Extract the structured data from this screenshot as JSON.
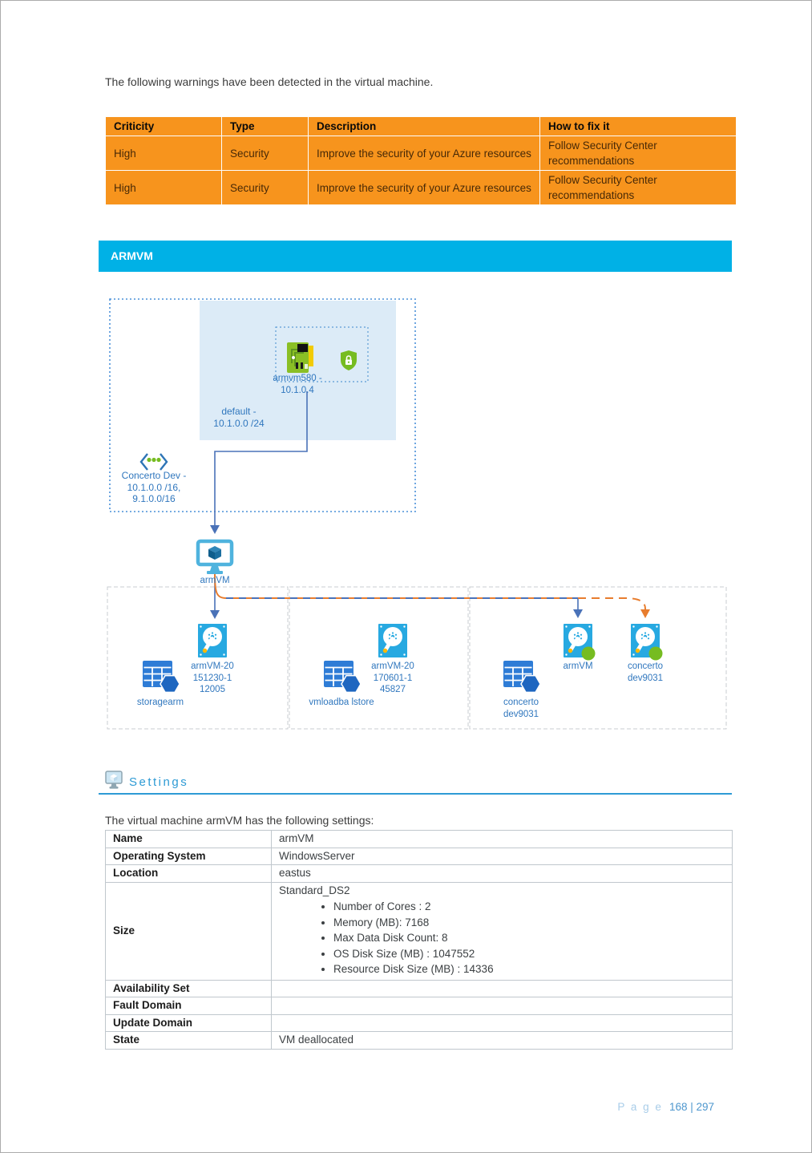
{
  "intro_text": "The following warnings have been detected in the virtual machine.",
  "warnings_table": {
    "headers": [
      "Criticity",
      "Type",
      "Description",
      "How to fix it"
    ],
    "rows": [
      {
        "cells": [
          "High",
          "Security",
          "Improve the security of your Azure resources",
          "Follow Security Center recommendations"
        ]
      },
      {
        "cells": [
          "High",
          "Security",
          "Improve the security of your Azure resources",
          "Follow Security Center recommendations"
        ]
      }
    ]
  },
  "banner": {
    "title": "ARMVM"
  },
  "diagram": {
    "vnet_label": "Concerto Dev -\n10.1.0.0 /16,\n9.1.0.0/16",
    "subnet_label": "default -\n10.1.0.0 /24",
    "nic_label": "armvm580 -\n10.1.0.4",
    "vm_label": "armVM",
    "group1": {
      "storage_label": "storagearm",
      "disk_label": "armVM-20\n151230-1\n12005"
    },
    "group2": {
      "storage_label": "vmloadba lstore",
      "disk_label": "armVM-20\n170601-1\n45827"
    },
    "group3": {
      "storage_label": "concerto\ndev9031",
      "disk1_label": "armVM",
      "disk2_label": "concerto\ndev9031"
    }
  },
  "settings": {
    "title": "Settings",
    "intro": "The virtual machine armVM has the following settings:",
    "rows": [
      {
        "label": "Name",
        "value": "armVM"
      },
      {
        "label": "Operating System",
        "value": "WindowsServer"
      },
      {
        "label": "Location",
        "value": "eastus"
      },
      {
        "label": "Size",
        "value": "Standard_DS2"
      },
      {
        "label": "Availability Set",
        "value": ""
      },
      {
        "label": "Fault Domain",
        "value": ""
      },
      {
        "label": "Update Domain",
        "value": ""
      },
      {
        "label": "State",
        "value": "VM deallocated"
      }
    ],
    "size_details": [
      "Number of Cores : 2",
      "Memory (MB): 7168",
      "Max Data Disk Count: 8",
      "OS Disk Size (MB) : 1047552",
      "Resource Disk Size (MB) : 14336"
    ]
  },
  "footer": {
    "label": "P a g e",
    "value": "168 | 297"
  },
  "colors": {
    "warning_orange": "#F7941D",
    "banner_cyan": "#00B1E6",
    "label_blue": "#3077BE",
    "heading_blue": "#2E9BD5",
    "line_blue": "#4A72B8",
    "line_orange": "#E87D2E",
    "azure_green": "#76BC21"
  }
}
